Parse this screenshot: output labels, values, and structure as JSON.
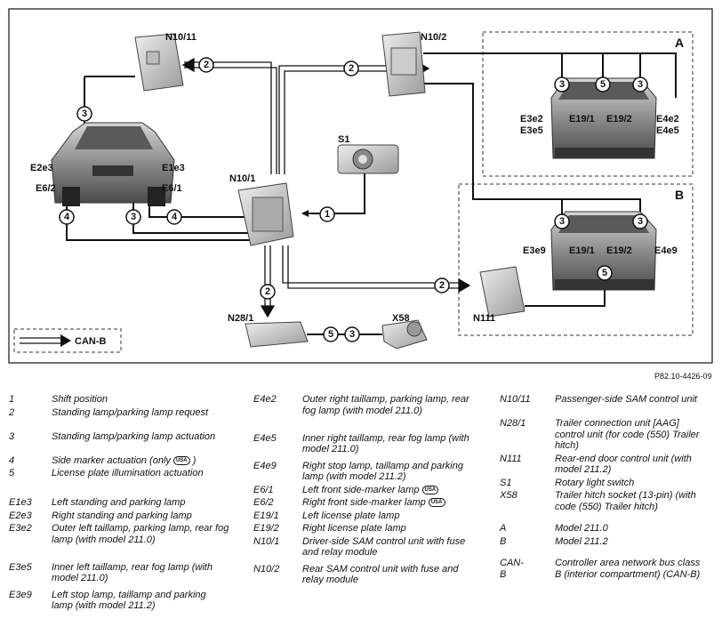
{
  "diagram": {
    "components": {
      "n10_11": "N10/11",
      "n10_2": "N10/2",
      "s1": "S1",
      "n10_1": "N10/1",
      "n28_1": "N28/1",
      "x58": "X58",
      "n111": "N111"
    },
    "car_front_labels": {
      "e2e3": "E2e3",
      "e6_2": "E6/2",
      "e1e3": "E1e3",
      "e6_1": "E6/1"
    },
    "car_a_labels": {
      "e3e2": "E3e2",
      "e3e5": "E3e5",
      "e19_1": "E19/1",
      "e19_2": "E19/2",
      "e4e2": "E4e2",
      "e4e5": "E4e5"
    },
    "car_b_labels": {
      "e3e9": "E3e9",
      "e19_1": "E19/1",
      "e19_2": "E19/2",
      "e4e9": "E4e9"
    },
    "group_a": "A",
    "group_b": "B",
    "key_label": "CAN-B",
    "callouts": [
      "2",
      "2",
      "3",
      "1",
      "4",
      "4",
      "3",
      "2",
      "2",
      "5",
      "3",
      "3",
      "5",
      "3",
      "3",
      "3",
      "5"
    ]
  },
  "reference": "P82.10-4426-09",
  "legend": {
    "col1": [
      {
        "code": "1",
        "desc": "Shift position"
      },
      {
        "code": "2",
        "desc": "Standing lamp/parking lamp request"
      },
      {
        "code": "3",
        "desc": "Standing lamp/parking lamp actuation"
      },
      {
        "code": "4",
        "desc": "Side marker actuation (only",
        "badge": "USA",
        "tail": ")"
      },
      {
        "code": "5",
        "desc": "License plate illumination actuation"
      },
      {
        "code": "E1e3",
        "desc": "Left standing and parking lamp"
      },
      {
        "code": "E2e3",
        "desc": "Right standing and parking lamp"
      },
      {
        "code": "E3e2",
        "desc": "Outer left taillamp, parking lamp, rear fog lamp (with model 211.0)"
      },
      {
        "code": "E3e5",
        "desc": "Inner left taillamp, rear fog lamp (with model 211.0)"
      },
      {
        "code": "E3e9",
        "desc": "Left stop lamp, taillamp and parking lamp (with model 211.2)"
      }
    ],
    "col2": [
      {
        "code": "E4e2",
        "desc": "Outer right taillamp, parking lamp, rear fog lamp (with model 211.0)"
      },
      {
        "code": "E4e5",
        "desc": "Inner right taillamp, rear fog lamp (with model 211.0)"
      },
      {
        "code": "E4e9",
        "desc": "Right stop lamp, taillamp and parking lamp (with model 211.2)"
      },
      {
        "code": "E6/1",
        "desc": "Left front side-marker lamp",
        "badge": "USA"
      },
      {
        "code": "E6/2",
        "desc": "Right front side-marker lamp",
        "badge": "USA"
      },
      {
        "code": "E19/1",
        "desc": "Left license plate lamp"
      },
      {
        "code": "E19/2",
        "desc": "Right license plate lamp"
      },
      {
        "code": "N10/1",
        "desc": "Driver-side SAM control unit with fuse and relay module"
      },
      {
        "code": "N10/2",
        "desc": "Rear SAM control unit with fuse and relay module"
      }
    ],
    "col3": [
      {
        "code": "N10/11",
        "desc": "Passenger-side SAM control unit"
      },
      {
        "code": "N28/1",
        "desc": "Trailer connection unit [AAG] control unit (for code (550) Trailer hitch)"
      },
      {
        "code": "N111",
        "desc": "Rear-end door control unit (with model 211.2)"
      },
      {
        "code": "S1",
        "desc": "Rotary light switch"
      },
      {
        "code": "X58",
        "desc": "Trailer hitch socket (13-pin) (with code (550) Trailer hitch)"
      },
      {
        "code": "A",
        "desc": "Model 211.0"
      },
      {
        "code": "B",
        "desc": "Model 211.2"
      },
      {
        "code": "CAN-B",
        "desc": "Controller area network bus class B (interior compartment) (CAN-B)"
      }
    ]
  }
}
